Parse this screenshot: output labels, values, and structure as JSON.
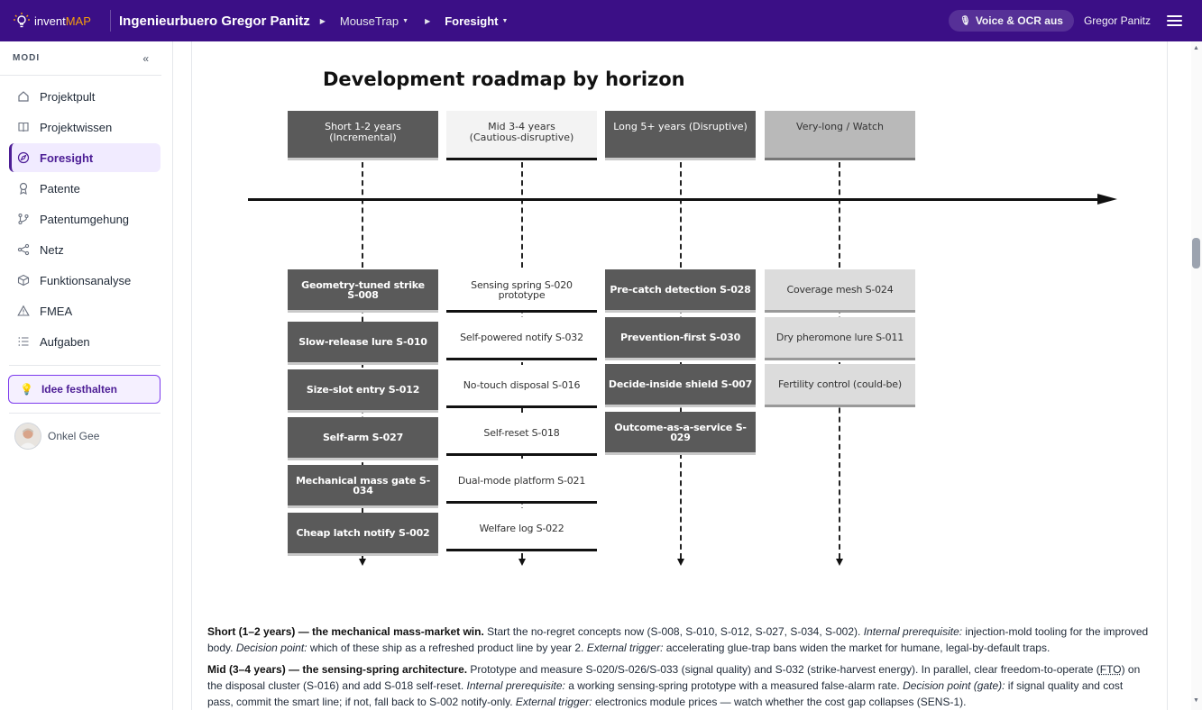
{
  "app": {
    "logo_left": "invent",
    "logo_right": "MAP"
  },
  "header": {
    "company": "Ingenieurbuero Gregor Panitz",
    "crumb_project": "MouseTrap",
    "crumb_module": "Foresight",
    "voice_label": "Voice & OCR aus",
    "user": "Gregor Panitz"
  },
  "sidebar": {
    "section_label": "MODI",
    "collapse_glyph": "«",
    "items": [
      {
        "label": "Projektpult",
        "icon": "home-icon"
      },
      {
        "label": "Projektwissen",
        "icon": "book-icon"
      },
      {
        "label": "Foresight",
        "icon": "compass-icon",
        "active": true
      },
      {
        "label": "Patente",
        "icon": "award-icon"
      },
      {
        "label": "Patentumgehung",
        "icon": "branch-icon"
      },
      {
        "label": "Netz",
        "icon": "share-icon"
      },
      {
        "label": "Funktionsanalyse",
        "icon": "cube-icon"
      },
      {
        "label": "FMEA",
        "icon": "warning-icon"
      },
      {
        "label": "Aufgaben",
        "icon": "list-icon"
      }
    ],
    "idea_button": "Idee festhalten",
    "profile_name": "Onkel Gee"
  },
  "roadmap": {
    "title": "Development roadmap by horizon",
    "columns": [
      {
        "line1": "Short 1-2 years",
        "line2": "(Incremental)"
      },
      {
        "line1": "Mid 3-4 years",
        "line2": "(Cautious-disruptive)"
      },
      {
        "line1": "Long 5+ years (Disruptive)",
        "line2": ""
      },
      {
        "line1": "Very-long / Watch",
        "line2": ""
      }
    ],
    "short": [
      {
        "line1": "Geometry-tuned strike",
        "line2": "S-008"
      },
      {
        "line1": "Slow-release lure S-010",
        "line2": ""
      },
      {
        "line1": "Size-slot entry S-012",
        "line2": ""
      },
      {
        "line1": "Self-arm S-027",
        "line2": ""
      },
      {
        "line1": "Mechanical mass gate S-034",
        "line2": ""
      },
      {
        "line1": "Cheap latch notify S-002",
        "line2": ""
      }
    ],
    "mid": [
      {
        "line1": "Sensing spring S-020",
        "line2": "prototype"
      },
      {
        "line1": "Self-powered notify S-032",
        "line2": ""
      },
      {
        "line1": "No-touch disposal S-016",
        "line2": ""
      },
      {
        "line1": "Self-reset S-018",
        "line2": ""
      },
      {
        "line1": "Dual-mode platform S-021",
        "line2": ""
      },
      {
        "line1": "Welfare log S-022",
        "line2": ""
      }
    ],
    "long": [
      {
        "line1": "Pre-catch detection S-028",
        "line2": ""
      },
      {
        "line1": "Prevention-first S-030",
        "line2": ""
      },
      {
        "line1": "Decide-inside shield S-007",
        "line2": ""
      },
      {
        "line1": "Outcome-as-a-service S-029",
        "line2": ""
      }
    ],
    "watch": [
      {
        "line1": "Coverage mesh S-024",
        "line2": ""
      },
      {
        "line1": "Dry pheromone lure S-011",
        "line2": ""
      },
      {
        "line1": "Fertility control (could-be)",
        "line2": ""
      }
    ]
  },
  "text": {
    "p1_lead": "Short (1–2 years) — the mechanical mass-market win.",
    "p1_a": " Start the no-regret concepts now (S-008, S-010, S-012, S-027, S-034, S-002). ",
    "p1_b_em": "Internal prerequisite:",
    "p1_c": " injection-mold tooling for the improved body. ",
    "p1_d_em": "Decision point:",
    "p1_e": " which of these ship as a refreshed product line by year 2. ",
    "p1_f_em": "External trigger:",
    "p1_g": " accelerating glue-trap bans widen the market for humane, legal-by-default traps.",
    "p2_lead": "Mid (3–4 years) — the sensing-spring architecture.",
    "p2_a": " Prototype and measure S-020/S-026/S-033 (signal quality) and S-032 (strike-harvest energy). In parallel, clear freedom-to-operate (",
    "p2_fto": "FTO",
    "p2_b": ") on the disposal cluster (S-016) and add S-018 self-reset. ",
    "p2_c_em": "Internal prerequisite:",
    "p2_d": " a working sensing-spring prototype with a measured false-alarm rate. ",
    "p2_e_em": "Decision point (gate):",
    "p2_f": " if signal quality and cost pass, commit the smart line; if not, fall back to S-002 notify-only. ",
    "p2_g_em": "External trigger:",
    "p2_h": " electronics module prices — watch whether the cost gap collapses (SENS-1)."
  }
}
